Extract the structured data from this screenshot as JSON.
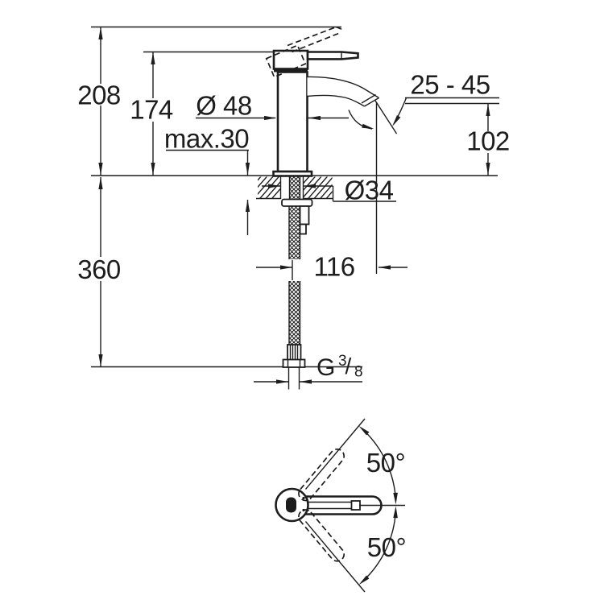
{
  "drawing": {
    "title": "faucet-installation-dimensional-drawing",
    "background": "#ffffff",
    "line_color": "#1d1d1d",
    "side_view": {
      "overall_height": "208",
      "height_to_handle": "174",
      "body_diameter": "Ø 48",
      "max_deck_thickness": "max.30",
      "aerator_angle_range": "25 - 45",
      "spout_outlet_height": "102",
      "shank_diameter": "Ø34",
      "spout_reach": "116",
      "hose_length": "360",
      "thread": {
        "g": "G",
        "numerator": "3",
        "slash": "/",
        "denominator": "8"
      }
    },
    "top_view": {
      "handle_swing_upper": "50°",
      "handle_swing_lower": "50°"
    }
  }
}
